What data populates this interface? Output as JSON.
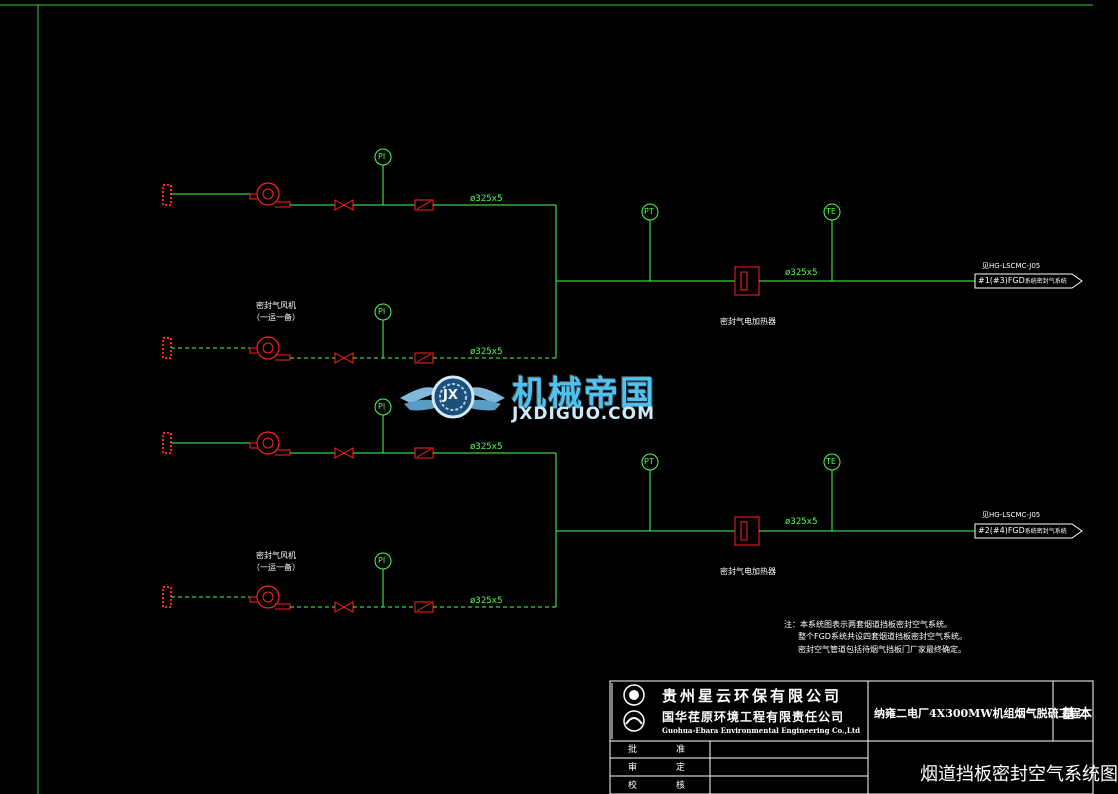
{
  "colors": {
    "background": "#000000",
    "pipe": "#4dff4d",
    "equipment": "#ff2020",
    "text": "#ffffff",
    "frame": "#33cc33"
  },
  "diagram": {
    "instrument_pi": "PI",
    "instrument_pt": "PT",
    "instrument_te": "TE",
    "pipe_size": "ø325x5",
    "fan_label_line1": "密封气风机",
    "fan_label_line2": "（一运一备）",
    "heater_label": "密封气电加热器",
    "outlet1_ref": "见HG-LSCMC-J05",
    "outlet1_label": "#1(#3)FGD",
    "outlet1_suffix": "系统密封气系统",
    "outlet2_ref": "见HG-LSCMC-J05",
    "outlet2_label": "#2(#4)FGD",
    "outlet2_suffix": "系统密封气系统"
  },
  "notes": {
    "line1": "注：本系统图表示两套烟道挡板密封空气系统。",
    "line2": "整个FGD系统共设四套烟道挡板密封空气系统。",
    "line3": "密封空气管道包括待烟气挡板门厂家最终确定。"
  },
  "watermark": {
    "cn": "机械帝国",
    "en": "JXDIGUO.COM",
    "badge": "JX"
  },
  "title_block": {
    "company1": "贵州星云环保有限公司",
    "company2": "国华荏原环境工程有限责任公司",
    "company_en": "Guohua-Ebara Environmental Engineering Co.,Ltd",
    "project": "纳雍二电厂4X300MW机组烟气脱硫工程",
    "stage": "基本",
    "drawing_title": "烟道挡板密封空气系统图",
    "row1_a": "批",
    "row1_b": "准",
    "row2_a": "审",
    "row2_b": "定",
    "row3_a": "校",
    "row3_b": "核"
  }
}
